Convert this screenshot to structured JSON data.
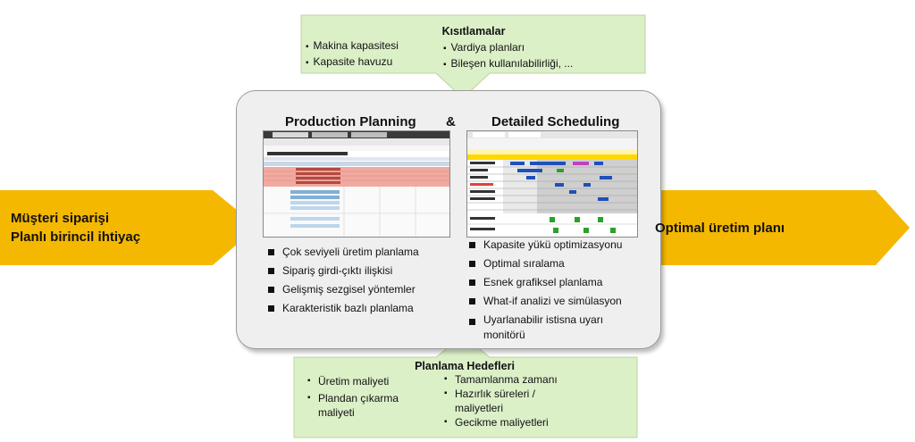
{
  "constraints": {
    "title": "Kısıtlamalar",
    "left_items": [
      "Makina kapasitesi",
      "Kapasite havuzu"
    ],
    "right_items": [
      "Vardiya planları",
      "Bileşen kullanılabilirliği, ..."
    ]
  },
  "center": {
    "left_title": "Production Planning",
    "ampersand": "&",
    "right_title": "Detailed Scheduling",
    "left_bullets": [
      "Çok seviyeli üretim planlama",
      "Sipariş girdi-çıktı ilişkisi",
      "Gelişmiş sezgisel yöntemler",
      "Karakteristik bazlı planlama"
    ],
    "right_bullets": [
      "Kapasite yükü optimizasyonu",
      "Optimal sıralama",
      "Esnek grafiksel planlama",
      "What-if analizi ve simülasyon",
      "Uyarlanabilir istisna uyarı monitörü"
    ]
  },
  "left_arrow": {
    "line1": "Müşteri siparişi",
    "line2": "Planlı birincil ihtiyaç"
  },
  "right_arrow": {
    "text": "Optimal üretim planı"
  },
  "goals": {
    "title": "Planlama  Hedefleri",
    "left_items": [
      "Üretim maliyeti",
      "Plandan çıkarma maliyeti"
    ],
    "right_items": [
      "Tamamlanma zamanı",
      "Hazırlık süreleri / maliyetleri",
      "Gecikme maliyetleri"
    ]
  },
  "colors": {
    "arrow": "#f5b800",
    "green": "#dcf0c8",
    "card": "#efefef"
  }
}
